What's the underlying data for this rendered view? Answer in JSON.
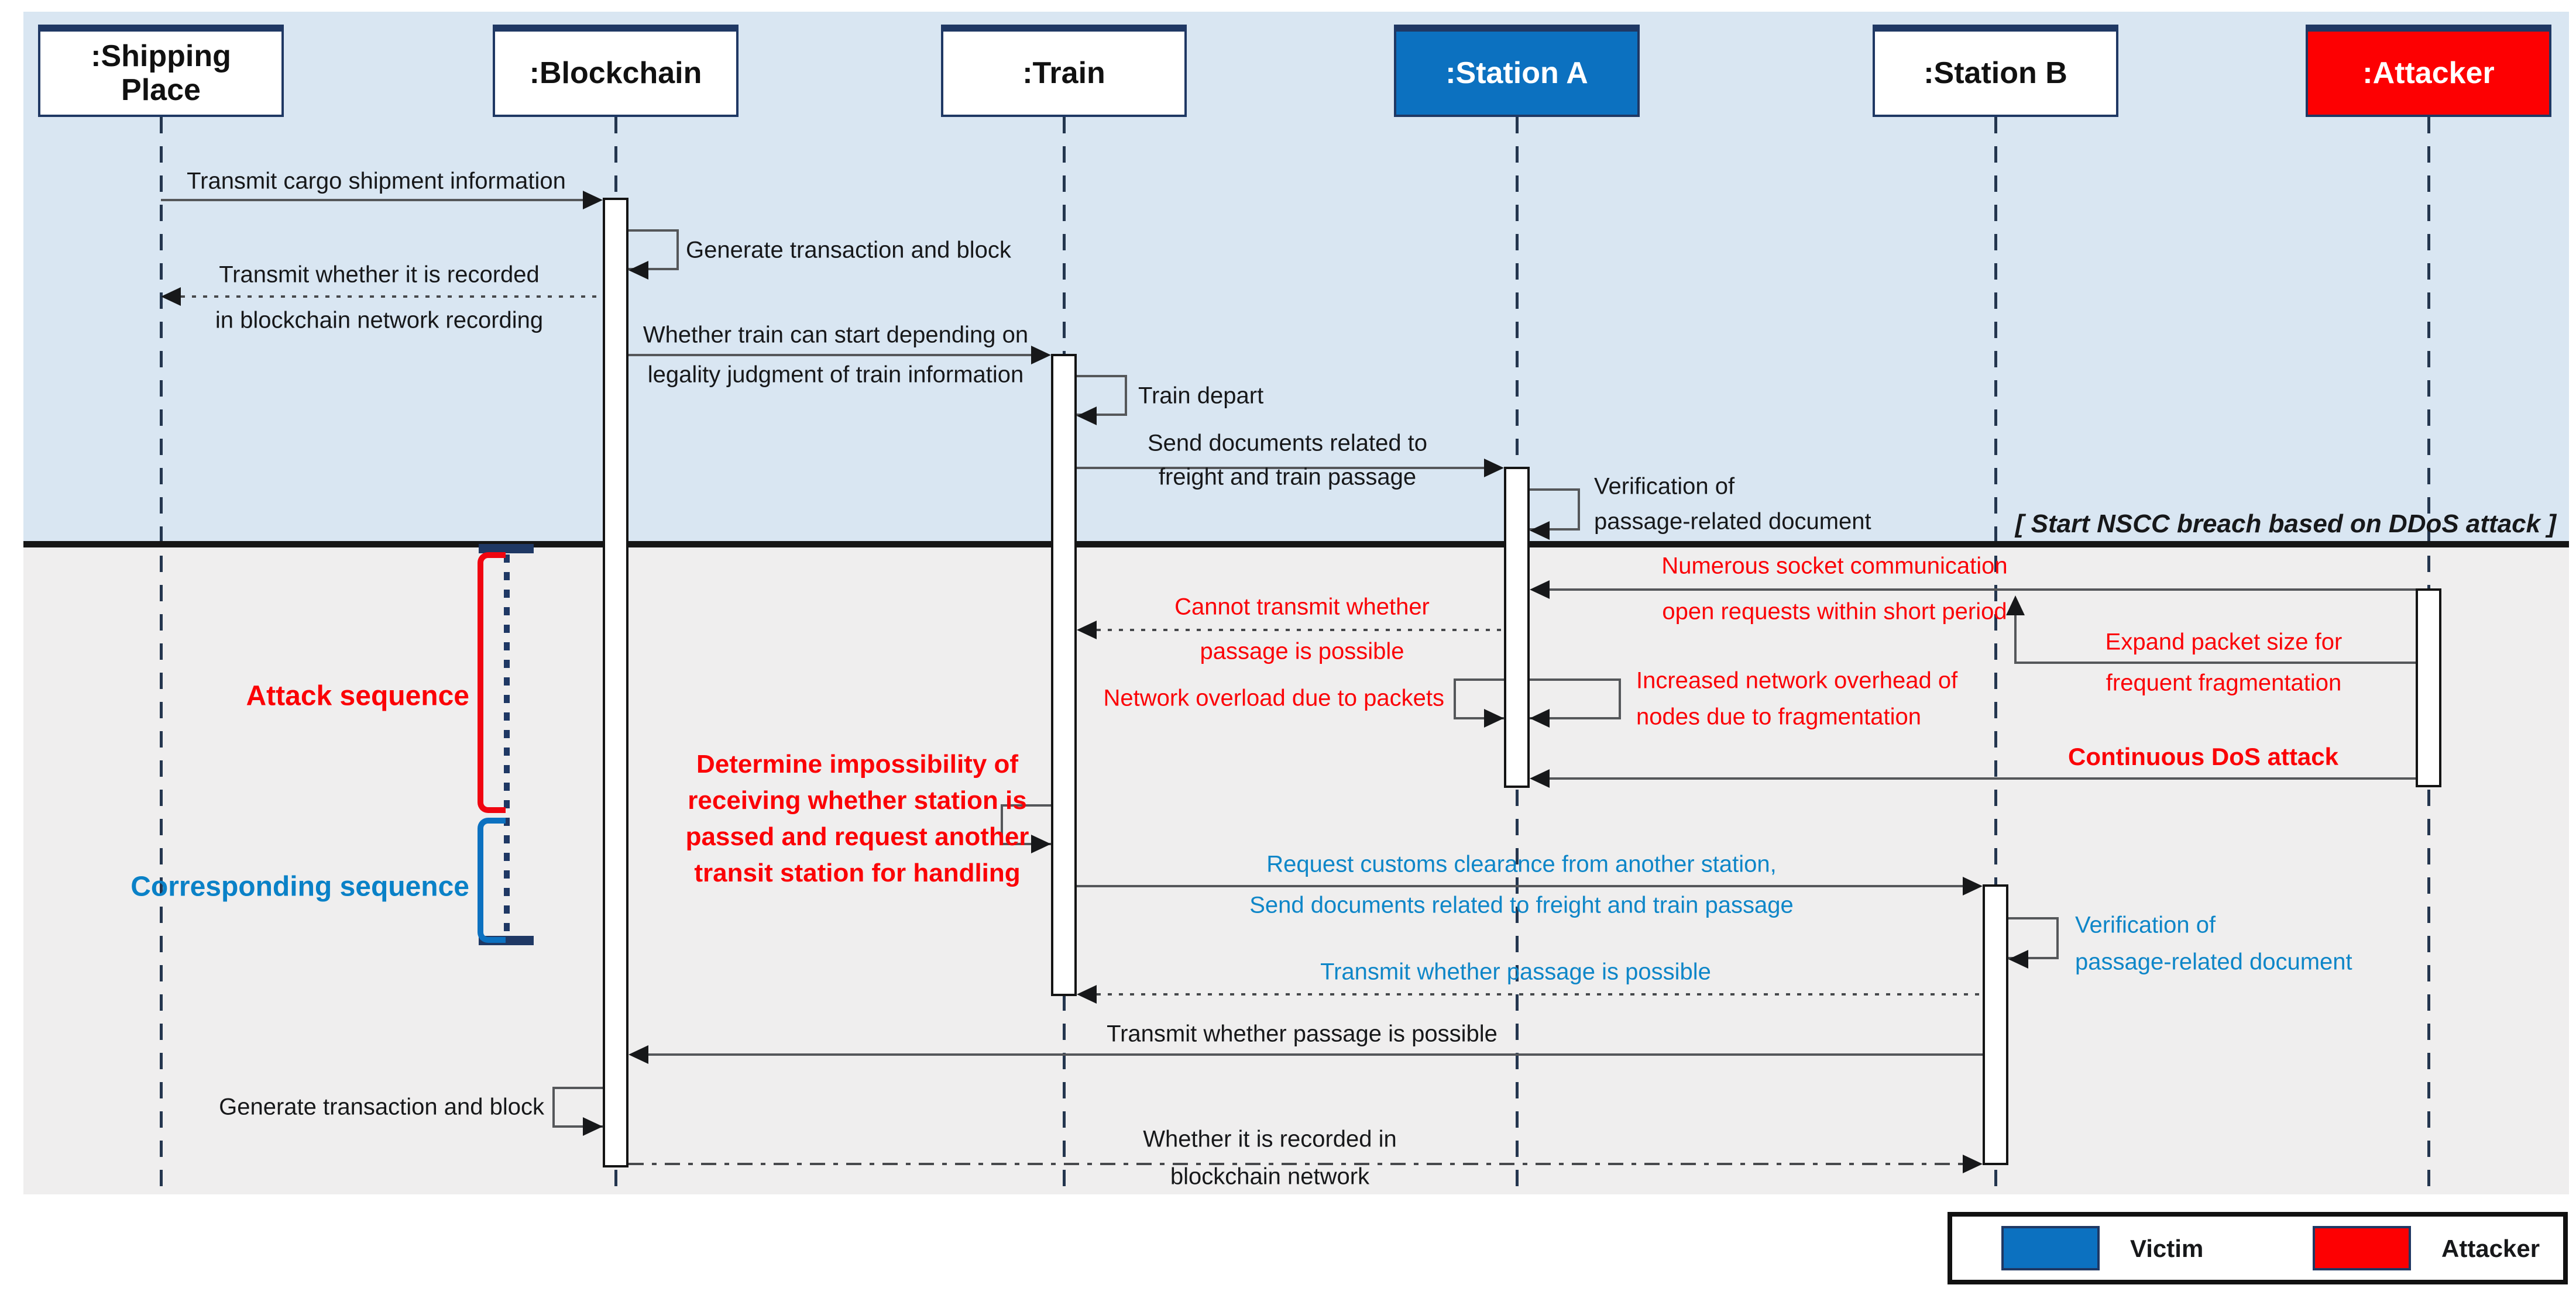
{
  "actors": [
    {
      "label": ":Shipping Place",
      "role": "neutral"
    },
    {
      "label": ":Blockchain",
      "role": "neutral"
    },
    {
      "label": ":Train",
      "role": "neutral"
    },
    {
      "label": ":Station A",
      "role": "victim"
    },
    {
      "label": ":Station B",
      "role": "neutral"
    },
    {
      "label": ":Attacker",
      "role": "attacker"
    }
  ],
  "messages": {
    "m1": {
      "label": "Transmit cargo shipment information",
      "from": "Shipping Place",
      "to": "Blockchain",
      "style": "solid"
    },
    "m2": {
      "label": "Generate transaction and block",
      "from": "Blockchain",
      "to": "Blockchain",
      "style": "self"
    },
    "m3": {
      "lines": [
        "Transmit whether it is recorded",
        "in blockchain network recording"
      ],
      "from": "Blockchain",
      "to": "Shipping Place",
      "style": "dotted"
    },
    "m4": {
      "lines": [
        "Whether train can start depending on",
        "legality judgment of train information"
      ],
      "from": "Blockchain",
      "to": "Train",
      "style": "solid"
    },
    "m5": {
      "label": "Train depart",
      "from": "Train",
      "to": "Train",
      "style": "self"
    },
    "m6": {
      "lines": [
        "Send documents related to",
        "freight and train passage"
      ],
      "from": "Train",
      "to": "Station A",
      "style": "solid"
    },
    "m7": {
      "lines": [
        "Verification of",
        "passage-related document"
      ],
      "from": "Station A",
      "to": "Station A",
      "style": "self"
    },
    "m8": {
      "lines": [
        "Numerous socket communication",
        "open requests within short period"
      ],
      "from": "Attacker",
      "to": "Station A",
      "style": "solid"
    },
    "m9": {
      "lines": [
        "Cannot transmit whether",
        "passage is possible"
      ],
      "from": "Station A",
      "to": "Train",
      "style": "dotted"
    },
    "m10": {
      "lines": [
        "Expand packet size for",
        "frequent fragmentation"
      ],
      "from": "Attacker",
      "to": "Attacker",
      "style": "self"
    },
    "m11": {
      "label": "Network overload due to packets",
      "from": "Station A",
      "to": "Station A",
      "style": "self"
    },
    "m12": {
      "lines": [
        "Increased network overhead of",
        "nodes due to fragmentation"
      ],
      "from": "Station A",
      "to": "Station A",
      "style": "self"
    },
    "m13": {
      "label": "Continuous DoS attack",
      "from": "Attacker",
      "to": "Station A",
      "style": "solid"
    },
    "m14": {
      "lines": [
        "Determine impossibility of",
        "receiving whether station is",
        "passed and request another",
        "transit station for handling"
      ],
      "from": "Train",
      "to": "Train",
      "style": "self"
    },
    "m15": {
      "lines": [
        "Request customs clearance from another station,",
        "Send documents related to freight and train passage"
      ],
      "from": "Train",
      "to": "Station B",
      "style": "solid"
    },
    "m16": {
      "lines": [
        "Verification of",
        "passage-related document"
      ],
      "from": "Station B",
      "to": "Station B",
      "style": "self"
    },
    "m17": {
      "label": "Transmit whether passage is possible",
      "from": "Station B",
      "to": "Train",
      "style": "dotted"
    },
    "m18": {
      "label": "Transmit whether passage is possible",
      "from": "Station B",
      "to": "Blockchain",
      "style": "solid"
    },
    "m19": {
      "label": "Generate transaction and block",
      "from": "Blockchain",
      "to": "Blockchain",
      "style": "self"
    },
    "m20": {
      "lines": [
        "Whether it is recorded in",
        "blockchain network"
      ],
      "from": "Blockchain",
      "to": "Station B",
      "style": "dashdot"
    }
  },
  "annotations": {
    "breach_note": "[ Start NSCC breach based on DDoS attack ]",
    "attack_sequence": "Attack sequence",
    "corresponding_sequence": "Corresponding sequence"
  },
  "legend": {
    "victim_label": "Victim",
    "attacker_label": "Attacker"
  },
  "colors": {
    "victim_blue": "#0C71C0",
    "attacker_red": "#FD0002",
    "attack_text_red": "#FB0206",
    "response_text_blue": "#0E86C8",
    "upper_background": "#D9E6F2",
    "lower_background": "#EFEEEE",
    "navy_border": "#1F3864"
  }
}
